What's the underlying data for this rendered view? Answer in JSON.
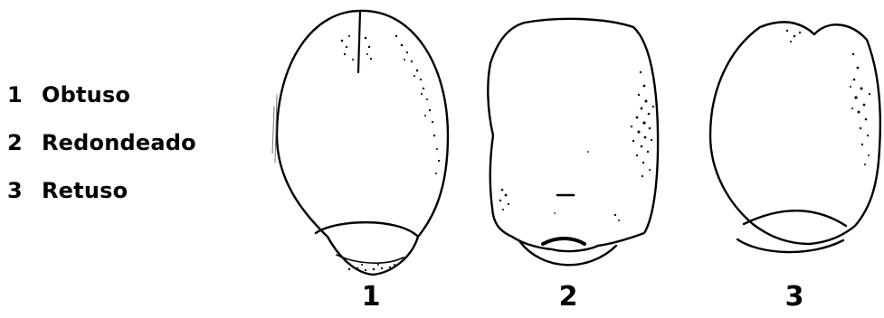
{
  "legend": {
    "items": [
      {
        "number": "1",
        "label": "Obtuso"
      },
      {
        "number": "2",
        "label": "Redondeado"
      },
      {
        "number": "3",
        "label": "Retuso"
      }
    ]
  },
  "figures": [
    {
      "number": "1"
    },
    {
      "number": "2"
    },
    {
      "number": "3"
    }
  ],
  "colors": {
    "ink": "#000000",
    "background": "#ffffff"
  }
}
